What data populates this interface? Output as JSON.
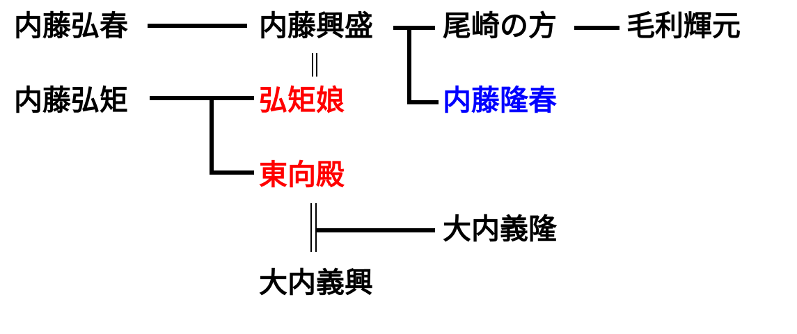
{
  "colors": {
    "default_text": "#000000",
    "highlight_red": "#ff0000",
    "highlight_blue": "#0000ff",
    "line": "#000000",
    "background": "#ffffff"
  },
  "people": {
    "naito_hiroharu": "内藤弘春",
    "naito_okimori": "内藤興盛",
    "ozaki_no_kata": "尾崎の方",
    "mori_terumoto": "毛利輝元",
    "naito_hironori": "内藤弘矩",
    "hironori_musume": "弘矩娘",
    "naito_takaharu": "内藤隆春",
    "higashi_mukaidono": "東向殿",
    "ouchi_yoshitaka": "大内義隆",
    "ouchi_yoshioki": "大内義興"
  }
}
